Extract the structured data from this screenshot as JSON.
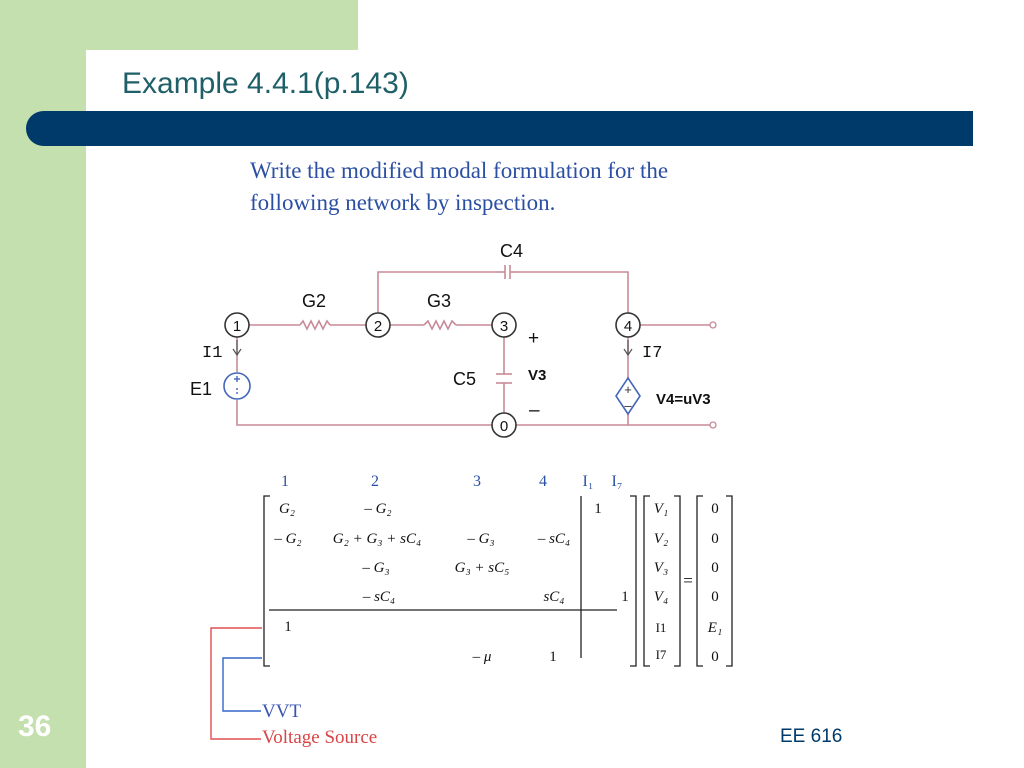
{
  "slide": {
    "title": "Example 4.4.1(p.143)",
    "number": "36",
    "footer": "EE 616"
  },
  "problem": {
    "line1": "Write the modified modal formulation for the",
    "line2": "following network by inspection."
  },
  "circuit": {
    "nodes": [
      "1",
      "2",
      "3",
      "4",
      "0"
    ],
    "labels": {
      "g2": "G2",
      "g3": "G3",
      "c4": "C4",
      "c5": "C5",
      "i1": "I1",
      "e1": "E1",
      "i7": "I7",
      "plus": "+",
      "v3": "V3",
      "minus": "–",
      "v4": "V4=uV3",
      "src_plus": "+",
      "src_minus": "–"
    }
  },
  "matrix": {
    "col_headers": [
      "1",
      "2",
      "3",
      "4",
      "I₁",
      "I₇"
    ],
    "rows": [
      [
        "G₂",
        "– G₂",
        "",
        "",
        "1",
        ""
      ],
      [
        "– G₂",
        "G₂ + G₃ + sC₄",
        "– G₃",
        "– sC₄",
        "",
        ""
      ],
      [
        "",
        "– G₃",
        "G₃ + sC₅",
        "",
        "",
        ""
      ],
      [
        "",
        "– sC₄",
        "",
        "sC₄",
        "",
        "1"
      ],
      [
        "1",
        "",
        "",
        "",
        "",
        ""
      ],
      [
        "",
        "",
        "– μ",
        "1",
        "",
        ""
      ]
    ],
    "vector": [
      "V₁",
      "V₂",
      "V₃",
      "V₄",
      "I1",
      "I7"
    ],
    "equals": "=",
    "rhs": [
      "0",
      "0",
      "0",
      "0",
      "E₁",
      "0"
    ]
  },
  "annotations": {
    "vvt": "VVT",
    "voltage_source": "Voltage Source"
  },
  "colors": {
    "background_green": "#c3e0ae",
    "title": "#1f5f68",
    "bar": "#003a6b",
    "problem_text": "#2b4fa3",
    "wire": "#c88a96",
    "vvt_line": "#3366cc",
    "vs_line": "#e05050"
  }
}
